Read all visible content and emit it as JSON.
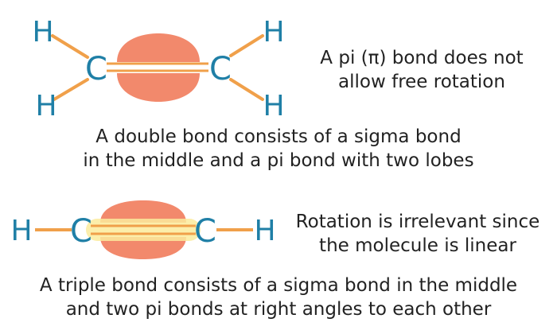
{
  "colors": {
    "atom": "#1f7fa6",
    "single_bond": "#f0a04a",
    "pi_lobe": "#f2896c",
    "sigma_glow": "#fbeb9c",
    "text": "#222222"
  },
  "double_bond": {
    "atoms": {
      "h_top_left": "H",
      "h_bottom_left": "H",
      "c_left": "C",
      "c_right": "C",
      "h_top_right": "H",
      "h_bottom_right": "H"
    },
    "note": {
      "line1": "A pi (π) bond does not",
      "line2": "allow free rotation"
    },
    "caption": {
      "line1": "A double bond consists of a sigma bond",
      "line2": "in the middle and a pi bond with two lobes"
    }
  },
  "triple_bond": {
    "atoms": {
      "h_left": "H",
      "c_left": "C",
      "c_right": "C",
      "h_right": "H"
    },
    "note": {
      "line1": "Rotation is irrelevant since",
      "line2": "the molecule is linear"
    },
    "caption": {
      "line1": "A triple bond consists of a sigma bond in the middle",
      "line2": "and two pi bonds at right angles to each other"
    }
  }
}
